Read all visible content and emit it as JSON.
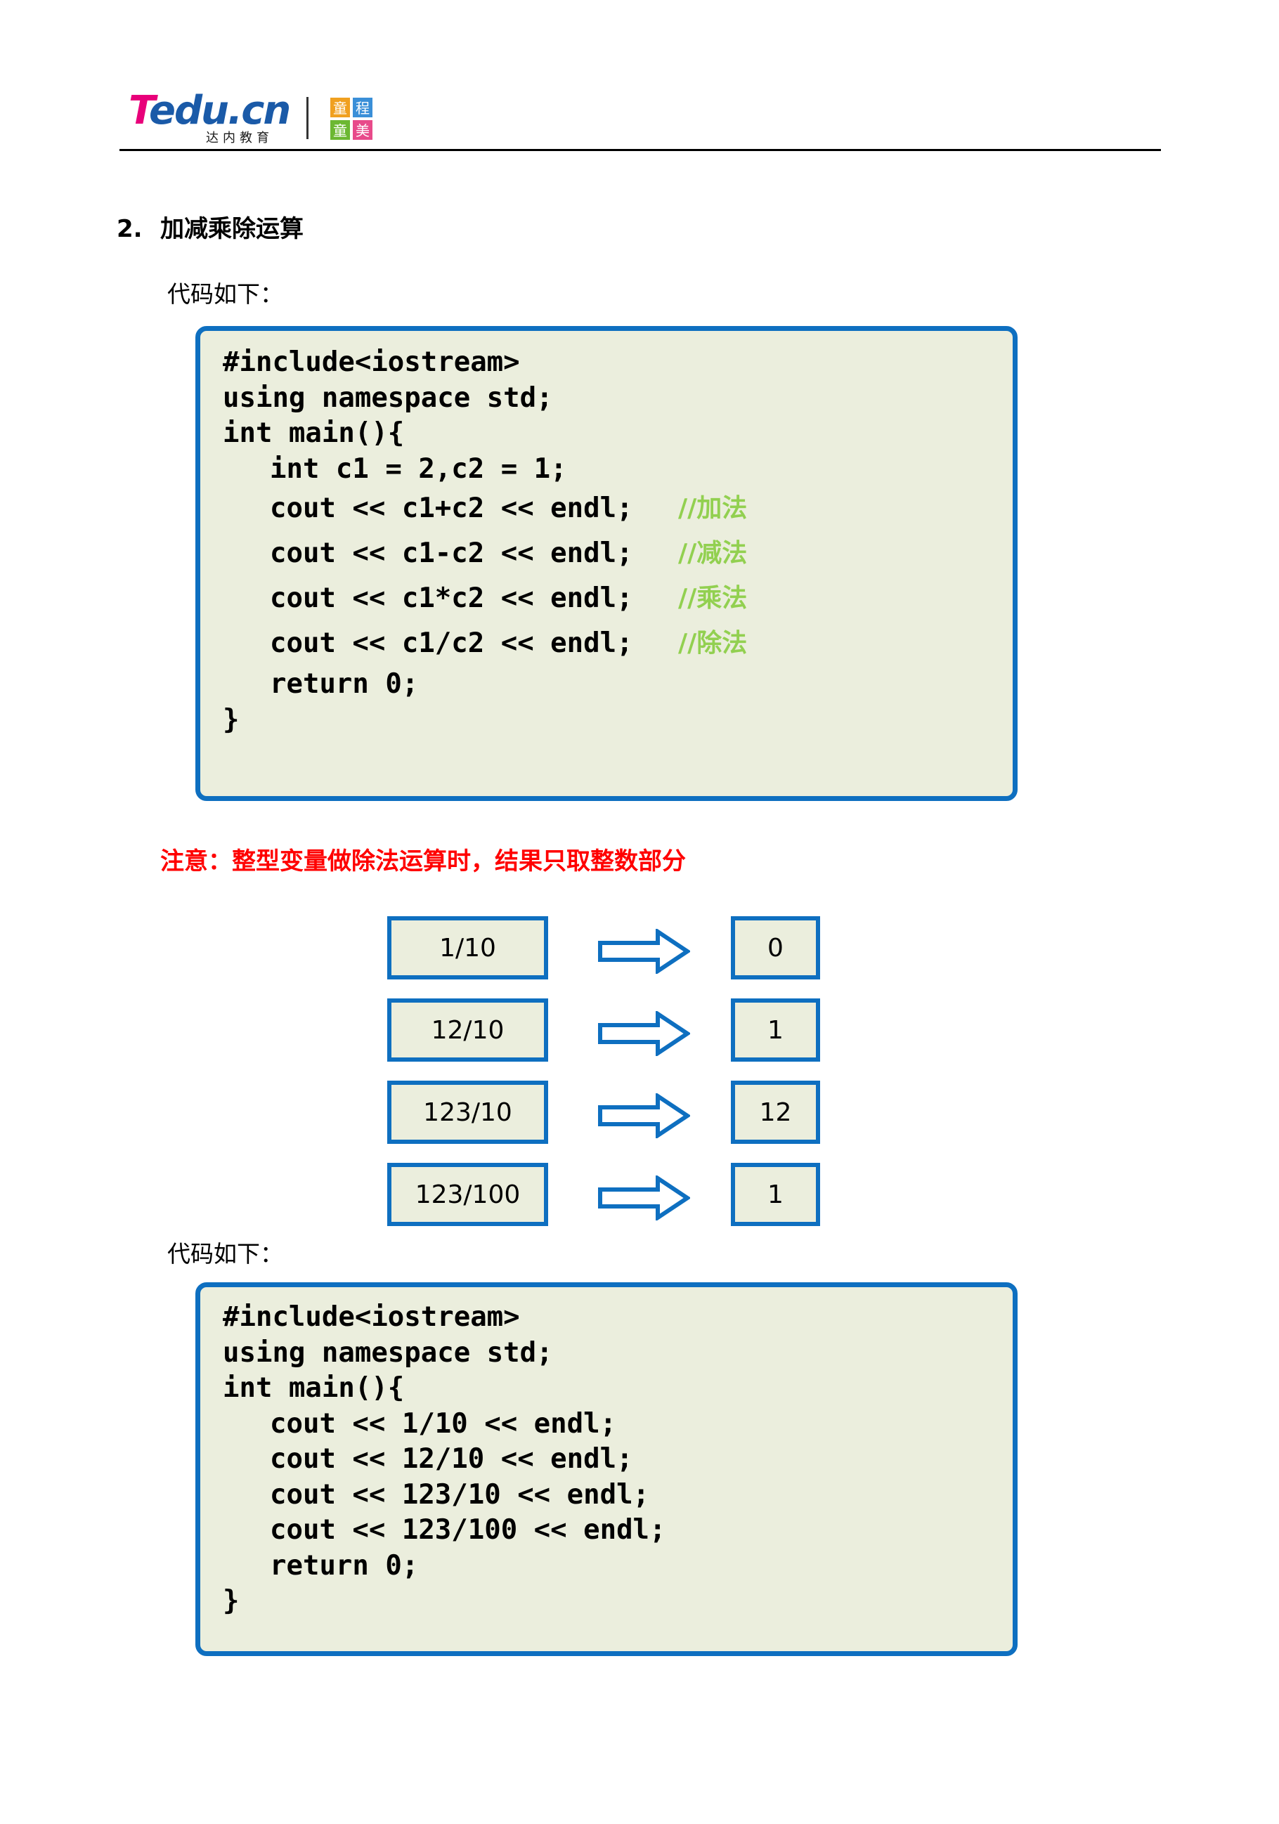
{
  "header": {
    "logo_text": "edu.cn",
    "logo_letter": "T",
    "logo_subtitle": "达内教育",
    "mark_chars": [
      "童",
      "程",
      "童",
      "美"
    ]
  },
  "section": {
    "number": "2.",
    "title": "加减乘除运算"
  },
  "intro_1": "代码如下：",
  "code_1": {
    "lines": [
      "#include<iostream>",
      "using namespace std;",
      "int main(){",
      "int c1 = 2,c2 = 1;",
      "cout << c1+c2 << endl;",
      "cout << c1-c2 << endl;",
      "cout << c1*c2 << endl;",
      "cout << c1/c2 << endl;",
      "return 0;",
      "}"
    ],
    "comments": [
      "//加法",
      "//减法",
      "//乘法",
      "//除法"
    ]
  },
  "note": "注意：整型变量做除法运算时，结果只取整数部分",
  "division_examples": [
    {
      "expression": "1/10",
      "result": "0"
    },
    {
      "expression": "12/10",
      "result": "1"
    },
    {
      "expression": "123/10",
      "result": "12"
    },
    {
      "expression": "123/100",
      "result": "1"
    }
  ],
  "intro_2": "代码如下：",
  "code_2": {
    "lines": [
      "#include<iostream>",
      "using namespace std;",
      "int main(){",
      "cout << 1/10 << endl;",
      "cout << 12/10 << endl;",
      "cout << 123/10 << endl;",
      "cout << 123/100 << endl;",
      "return 0;",
      "}"
    ]
  },
  "colors": {
    "box_border": "#0e6fc0",
    "box_fill": "#ebeedd",
    "comment": "#92d050",
    "note": "#ff0000",
    "logo_blue": "#1a5aa8",
    "logo_pink": "#e8007a"
  }
}
